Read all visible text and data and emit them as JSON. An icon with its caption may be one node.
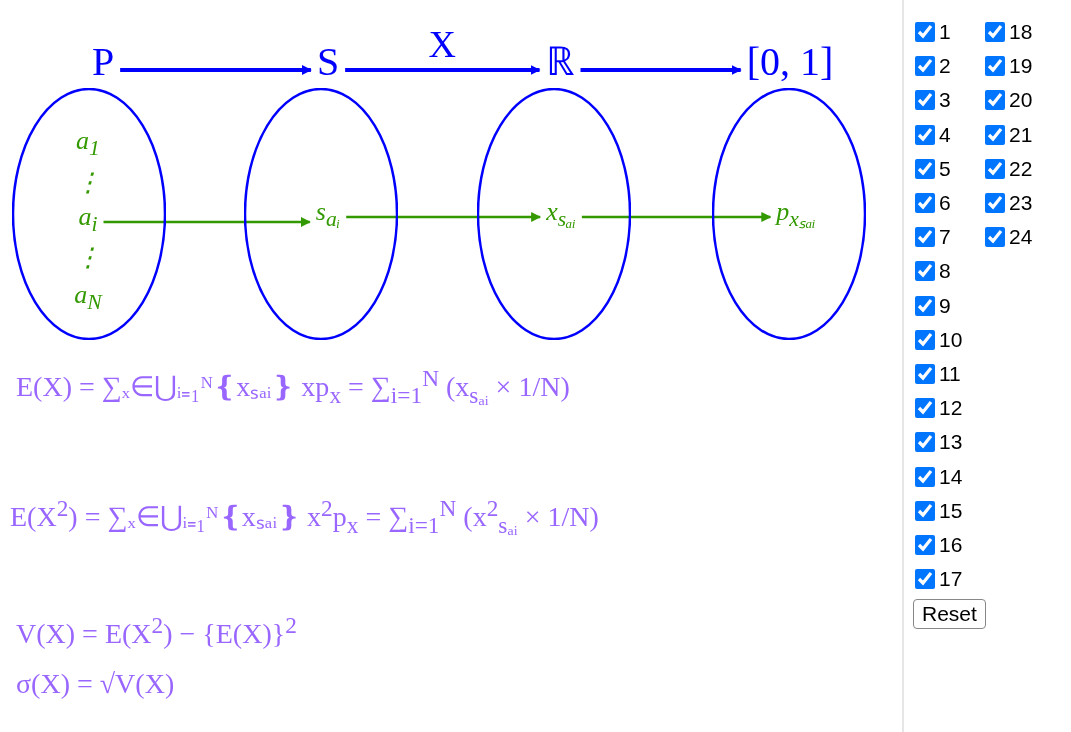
{
  "diagram": {
    "nodes": [
      {
        "text": [
          "P"
        ]
      },
      {
        "text": [
          "S"
        ]
      },
      {
        "text": [
          "ℝ"
        ]
      },
      {
        "text": [
          "[0, 1]"
        ]
      },
      {
        "text": [],
        "shape": "ellipse"
      },
      {
        "text": [
          "a$_{1}$"
        ],
        "in": 4
      },
      {
        "text": [
          "⋮"
        ],
        "in": 4
      },
      {
        "text": [
          "a$_{i}$"
        ],
        "in": 4
      },
      {
        "text": [
          "⋮"
        ],
        "in": 4
      },
      {
        "text": [
          "a$_{N}$"
        ],
        "in": 4
      },
      {
        "text": [],
        "shape": "ellipse"
      },
      {
        "text": [
          "s$_{aᵢ}$"
        ],
        "in": 10
      },
      {
        "text": [],
        "shape": "ellipse"
      },
      {
        "text": [
          "x$_{sₐᵢ}$"
        ],
        "in": 12
      },
      {
        "text": [],
        "shape": "ellipse"
      },
      {
        "text": [
          "p$_{xₛₐᵢ}$"
        ],
        "in": 14
      }
    ],
    "edges": [
      {
        "from": 0,
        "to": 1,
        "arrow": "to"
      },
      {
        "from": 1,
        "to": 2,
        "arrow": "to",
        "label": "X"
      },
      {
        "from": 2,
        "to": 3,
        "arrow": "to"
      },
      {
        "from": 7,
        "to": 11,
        "arrow": "to",
        "color": "#339900"
      },
      {
        "from": 11,
        "to": 13,
        "arrow": "to",
        "color": "#339900"
      },
      {
        "from": 13,
        "to": 15,
        "arrow": "to",
        "color": "#339900"
      }
    ],
    "labels": [
      "E(X) = ∑ₓ∈⋃ᵢ₌₁ᴺ❴xₛₐᵢ❵ xp$_{x}$ = ∑$_{i=1}$$^{N}$ (x$_{sₐᵢ}$ × 1/N)",
      "E(X$^{2}$) = ∑ₓ∈⋃ᵢ₌₁ᴺ❴xₛₐᵢ❵ x$^{2}$p$_{x}$ = ∑$_{i=1}$$^{N}$ (x$^{2}$$_{sₐᵢ}$ × 1/N)",
      "V(X) = E(X$^{2}$) − {E(X)}$^{2}$",
      "σ(X) = √V(X)",
      "1",
      "2",
      "3",
      "4",
      "5",
      "6",
      "7",
      "8",
      "9",
      "10",
      "11",
      "12",
      "13",
      "14",
      "15",
      "16",
      "17",
      "18",
      "19",
      "20",
      "21",
      "22",
      "23",
      "24",
      "Reset"
    ]
  }
}
